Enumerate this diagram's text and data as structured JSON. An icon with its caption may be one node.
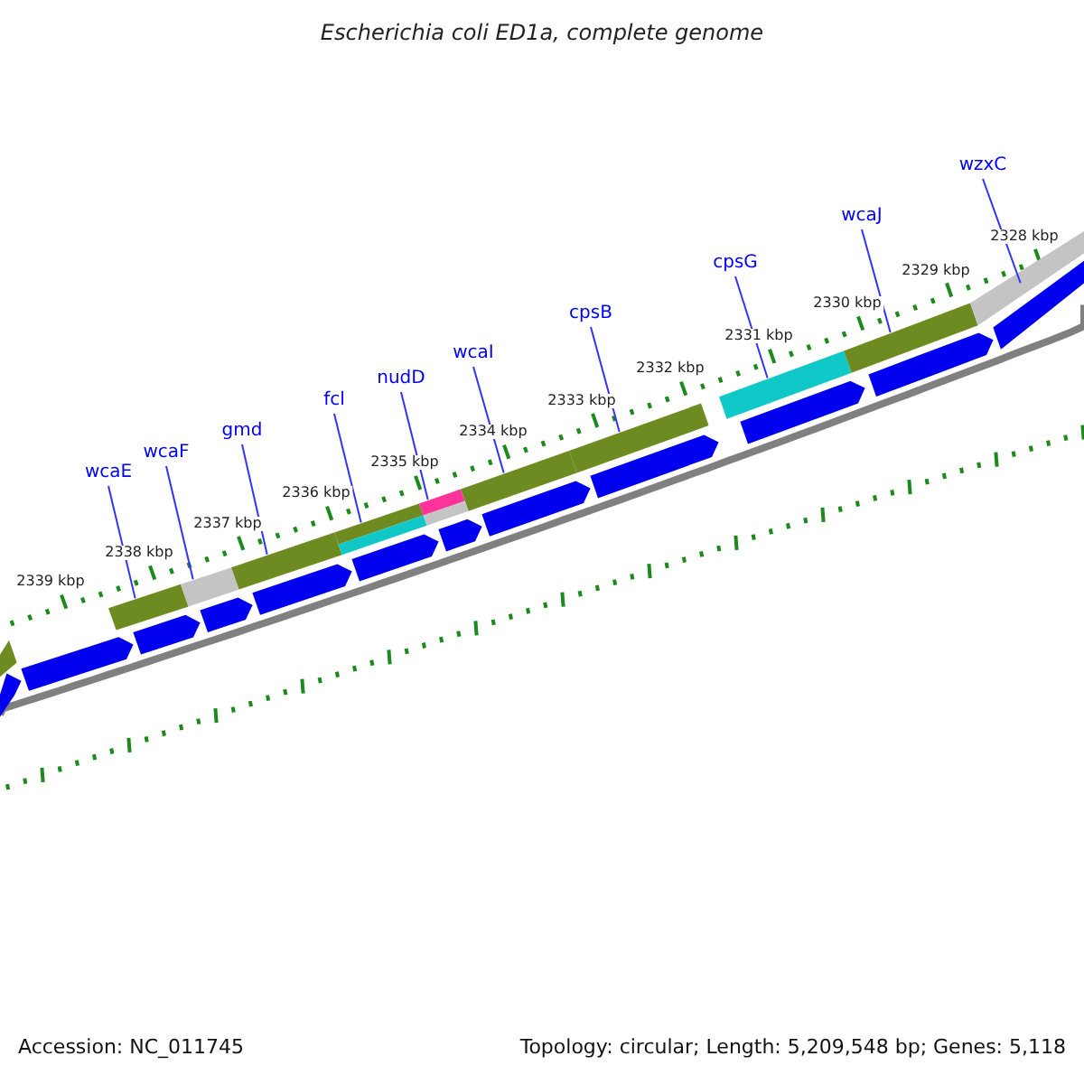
{
  "diagram": {
    "title": "Escherichia coli ED1a, complete genome",
    "nodes": [
      {
        "text": [
          "wcaE"
        ]
      },
      {
        "text": [
          "wcaF"
        ]
      },
      {
        "text": [
          "gmd"
        ]
      },
      {
        "text": [
          "fcl"
        ]
      },
      {
        "text": [
          "nudD"
        ]
      },
      {
        "text": [
          "wcaI"
        ]
      },
      {
        "text": [
          "cpsB"
        ]
      },
      {
        "text": [
          "cpsG"
        ]
      },
      {
        "text": [
          "wcaJ"
        ]
      },
      {
        "text": [
          "wzxC"
        ]
      },
      {
        "text": [],
        "shape": "bar"
      },
      {
        "text": [],
        "shape": "bar"
      },
      {
        "text": [],
        "shape": "bar"
      },
      {
        "text": [],
        "shape": "bar"
      },
      {
        "text": [],
        "shape": "bar"
      },
      {
        "text": [],
        "shape": "bar"
      },
      {
        "text": [],
        "shape": "bar"
      },
      {
        "text": [],
        "shape": "bar"
      },
      {
        "text": [],
        "shape": "bar"
      },
      {
        "text": [],
        "shape": "bar"
      },
      {
        "text": [],
        "shape": "bar"
      },
      {
        "text": [],
        "shape": "bar"
      },
      {
        "text": [],
        "shape": "bar"
      },
      {
        "text": [],
        "shape": "arrow"
      },
      {
        "text": [],
        "shape": "arrow"
      },
      {
        "text": [],
        "shape": "arrow"
      },
      {
        "text": [],
        "shape": "arrow"
      },
      {
        "text": [],
        "shape": "arrow"
      },
      {
        "text": [],
        "shape": "arrow"
      },
      {
        "text": [],
        "shape": "arrow"
      },
      {
        "text": [],
        "shape": "arrow"
      },
      {
        "text": [],
        "shape": "arrow"
      },
      {
        "text": [],
        "shape": "arrow"
      },
      {
        "text": [],
        "shape": "arrow"
      },
      {
        "text": [],
        "shape": "arrow"
      }
    ],
    "edges": [
      {
        "from": 0,
        "to": 10,
        "arrow": "none"
      },
      {
        "from": 1,
        "to": 11,
        "arrow": "none"
      },
      {
        "from": 2,
        "to": 12,
        "arrow": "none"
      },
      {
        "from": 3,
        "to": 13,
        "arrow": "none"
      },
      {
        "from": 4,
        "to": 14,
        "arrow": "none"
      },
      {
        "from": 5,
        "to": 15,
        "arrow": "none"
      },
      {
        "from": 6,
        "to": 16,
        "arrow": "none"
      },
      {
        "from": 7,
        "to": 17,
        "arrow": "none"
      },
      {
        "from": 8,
        "to": 18,
        "arrow": "none"
      },
      {
        "from": 9,
        "to": 19,
        "arrow": "none"
      }
    ],
    "labels": [
      "2339 kbp",
      "2338 kbp",
      "2337 kbp",
      "2336 kbp",
      "2335 kbp",
      "2334 kbp",
      "2333 kbp",
      "2332 kbp",
      "2331 kbp",
      "2330 kbp",
      "2329 kbp",
      "2328 kbp",
      "Accession: NC_011745",
      "Topology: circular; Length: 5,209,548 bp; Genes: 5,118"
    ]
  }
}
